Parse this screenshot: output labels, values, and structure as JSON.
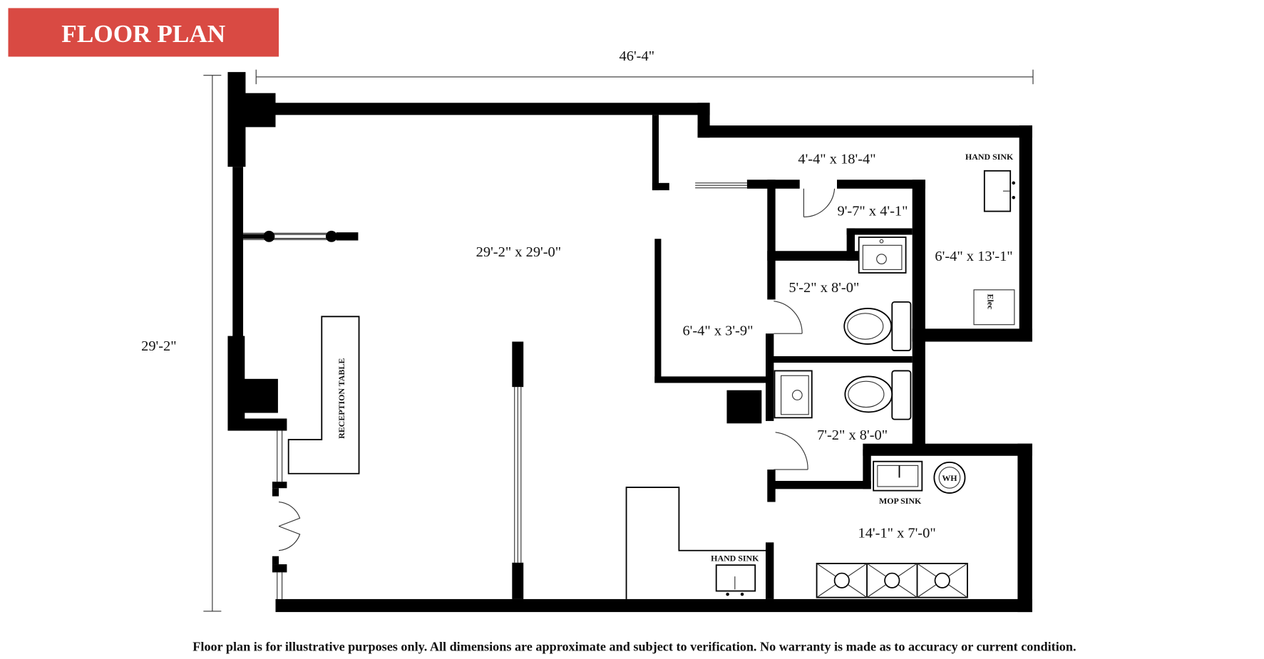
{
  "header": {
    "title": "FLOOR PLAN",
    "color": "#d94a43"
  },
  "dimensions": {
    "overall_width": "46'-4\"",
    "overall_depth": "29'-2\""
  },
  "rooms": [
    {
      "label": "29'-2\" x 29'-0\""
    },
    {
      "label": "4'-4\" x 18'-4\""
    },
    {
      "label": "9'-7\" x 4'-1\""
    },
    {
      "label": "6'-4\" x 13'-1\""
    },
    {
      "label": "5'-2\" x 8'-0\""
    },
    {
      "label": "6'-4\" x 3'-9\""
    },
    {
      "label": "7'-2\" x 8'-0\""
    },
    {
      "label": "14'-1\" x 7'-0\""
    }
  ],
  "fixtures": {
    "hand_sink_top": "HAND SINK",
    "hand_sink_bottom": "HAND SINK",
    "mop_sink": "MOP SINK",
    "water_heater": "WH",
    "electrical": "Elec",
    "reception": "RECEPTION  TABLE"
  },
  "footer": {
    "disclaimer": "Floor plan is for illustrative purposes only. All dimensions are approximate and subject to verification. No warranty is made as to accuracy or current condition."
  }
}
